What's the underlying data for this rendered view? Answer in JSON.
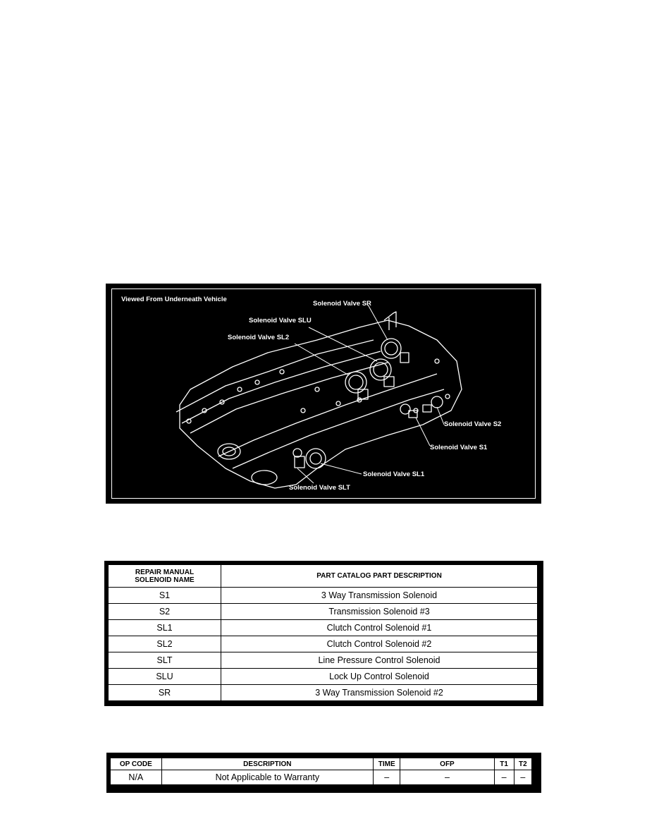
{
  "figure": {
    "caption": "Viewed From Underneath Vehicle",
    "callouts": {
      "sr": "Solenoid Valve SR",
      "slu": "Solenoid Valve SLU",
      "sl2": "Solenoid Valve SL2",
      "s2": "Solenoid Valve S2",
      "s1": "Solenoid Valve S1",
      "sl1": "Solenoid Valve SL1",
      "slt": "Solenoid Valve SLT"
    }
  },
  "solenoid_table": {
    "headers": [
      "REPAIR MANUAL SOLENOID NAME",
      "PART CATALOG PART DESCRIPTION"
    ],
    "rows": [
      [
        "S1",
        "3 Way Transmission Solenoid"
      ],
      [
        "S2",
        "Transmission Solenoid #3"
      ],
      [
        "SL1",
        "Clutch Control Solenoid #1"
      ],
      [
        "SL2",
        "Clutch Control Solenoid #2"
      ],
      [
        "SLT",
        "Line Pressure Control Solenoid"
      ],
      [
        "SLU",
        "Lock Up Control Solenoid"
      ],
      [
        "SR",
        "3 Way Transmission Solenoid #2"
      ]
    ]
  },
  "opcode_table": {
    "headers": [
      "OP CODE",
      "DESCRIPTION",
      "TIME",
      "OFP",
      "T1",
      "T2"
    ],
    "rows": [
      [
        "N/A",
        "Not Applicable to Warranty",
        "–",
        "–",
        "–",
        "–"
      ]
    ]
  }
}
